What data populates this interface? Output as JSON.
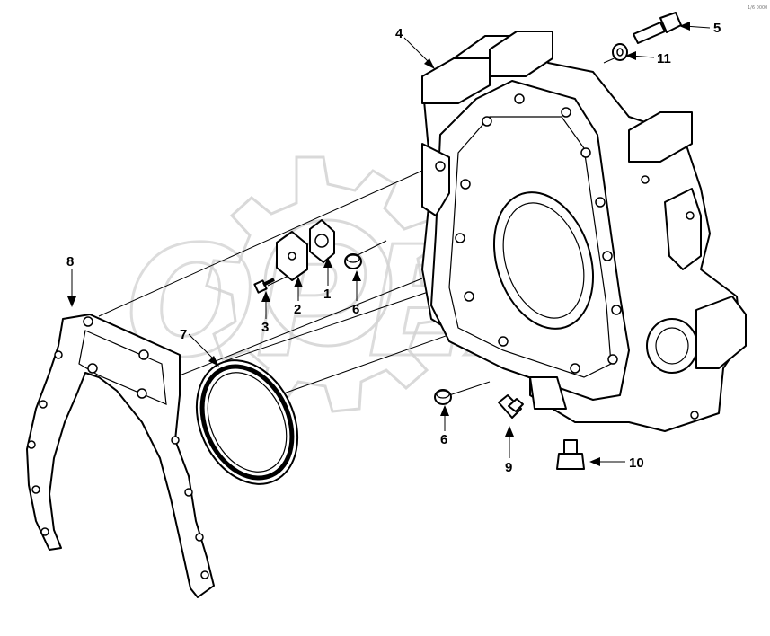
{
  "watermark": {
    "text": "OPEX"
  },
  "corner_code": "1/6 0000",
  "callouts": [
    {
      "id": "c1",
      "label": "1"
    },
    {
      "id": "c2",
      "label": "2"
    },
    {
      "id": "c3",
      "label": "3"
    },
    {
      "id": "c4",
      "label": "4"
    },
    {
      "id": "c5",
      "label": "5"
    },
    {
      "id": "c6a",
      "label": "6"
    },
    {
      "id": "c6b",
      "label": "6"
    },
    {
      "id": "c7",
      "label": "7"
    },
    {
      "id": "c8",
      "label": "8"
    },
    {
      "id": "c9",
      "label": "9"
    },
    {
      "id": "c10",
      "label": "10"
    },
    {
      "id": "c11",
      "label": "11"
    }
  ]
}
